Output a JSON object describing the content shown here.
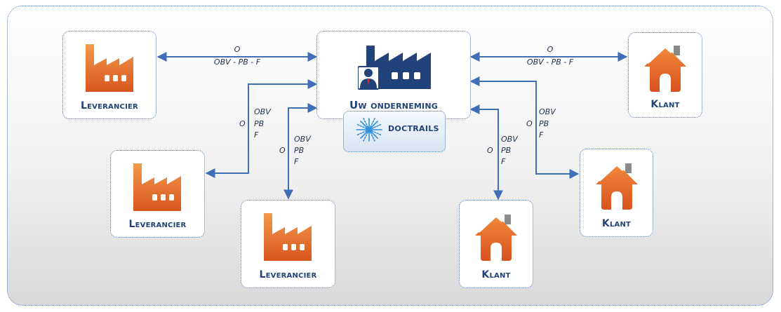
{
  "center": {
    "label": "Uw onderneming"
  },
  "doctrails": {
    "label": "DOCTRAILS"
  },
  "suppliers": [
    {
      "label": "Leverancier"
    },
    {
      "label": "Leverancier"
    },
    {
      "label": "Leverancier"
    }
  ],
  "customers": [
    {
      "label": "Klant"
    },
    {
      "label": "Klant"
    },
    {
      "label": "Klant"
    }
  ],
  "flows": {
    "top_left": {
      "o": "O",
      "docs": "OBV - PB - F"
    },
    "top_right": {
      "o": "O",
      "docs": "OBV - PB - F"
    },
    "mid_left": {
      "o": "O",
      "obv": "OBV",
      "pb": "PB",
      "f": "F"
    },
    "bottom_left": {
      "o": "O",
      "obv": "OBV",
      "pb": "PB",
      "f": "F"
    },
    "bottom_right": {
      "o": "O",
      "obv": "OBV",
      "pb": "PB",
      "f": "F"
    },
    "mid_right": {
      "o": "O",
      "obv": "OBV",
      "pb": "PB",
      "f": "F"
    }
  },
  "colors": {
    "connector": "#3f6fb6",
    "border": "#4a78b8",
    "factory_orange": "#e9742c",
    "house_orange": "#e8652b",
    "navy": "#22437a"
  }
}
